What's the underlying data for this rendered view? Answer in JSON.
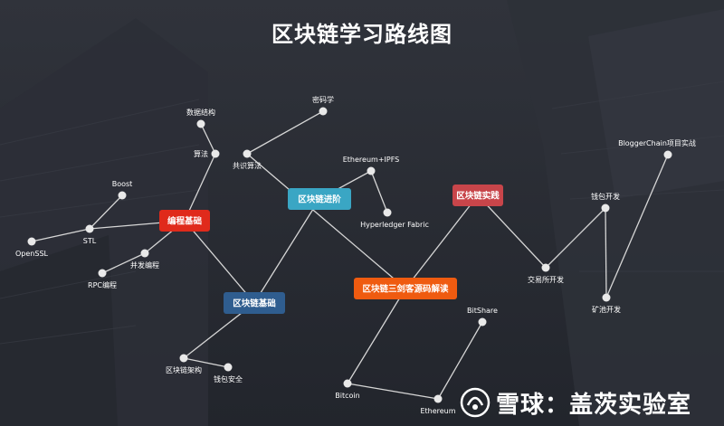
{
  "title": "区块链学习路线图",
  "watermark": {
    "text": "雪球：盖茨实验室"
  },
  "colors": {
    "edge": "#d6d6d6",
    "node": "#e9e9e9",
    "red": "#e02a1b",
    "blue": "#2f5d8f",
    "cyan": "#3aa6c4",
    "orange": "#ef5b10",
    "crimson": "#c8454a"
  },
  "boxes": [
    {
      "id": "biancheng",
      "label": "编程基础",
      "color": "red"
    },
    {
      "id": "jichu",
      "label": "区块链基础",
      "color": "blue"
    },
    {
      "id": "jinjie",
      "label": "区块链进阶",
      "color": "cyan"
    },
    {
      "id": "sanjian",
      "label": "区块链三剑客源码解读",
      "color": "orange"
    },
    {
      "id": "shijian",
      "label": "区块链实践",
      "color": "crimson"
    }
  ],
  "nodes": [
    {
      "id": "shuju",
      "label": "数据结构"
    },
    {
      "id": "suanfa",
      "label": "算法"
    },
    {
      "id": "boost",
      "label": "Boost"
    },
    {
      "id": "stl",
      "label": "STL"
    },
    {
      "id": "openssl",
      "label": "OpenSSL"
    },
    {
      "id": "bingfa",
      "label": "并发编程"
    },
    {
      "id": "rpc",
      "label": "RPC编程"
    },
    {
      "id": "mima",
      "label": "密码学"
    },
    {
      "id": "gongshi",
      "label": "共识算法"
    },
    {
      "id": "eth_ipfs",
      "label": "Ethereum+IPFS"
    },
    {
      "id": "fabric",
      "label": "Hyperledger Fabric"
    },
    {
      "id": "jiagou",
      "label": "区块链架构"
    },
    {
      "id": "qianbao1",
      "label": "钱包安全"
    },
    {
      "id": "bitcoin",
      "label": "Bitcoin"
    },
    {
      "id": "ethereum",
      "label": "Ethereum"
    },
    {
      "id": "bitshare",
      "label": "BitShare"
    },
    {
      "id": "jiaoyi",
      "label": "交易所开发"
    },
    {
      "id": "qianbao2",
      "label": "钱包开发"
    },
    {
      "id": "kuangchi",
      "label": "矿池开发"
    },
    {
      "id": "blogger",
      "label": "BloggerChain项目实战"
    }
  ],
  "edges": [
    [
      "shuju",
      "suanfa"
    ],
    [
      "suanfa",
      "biancheng"
    ],
    [
      "boost",
      "stl"
    ],
    [
      "stl",
      "biancheng"
    ],
    [
      "stl",
      "openssl"
    ],
    [
      "biancheng",
      "bingfa"
    ],
    [
      "bingfa",
      "rpc"
    ],
    [
      "biancheng",
      "jichu"
    ],
    [
      "jichu",
      "jiagou"
    ],
    [
      "jiagou",
      "qianbao1"
    ],
    [
      "jichu",
      "jinjie"
    ],
    [
      "mima",
      "gongshi"
    ],
    [
      "gongshi",
      "sanjian"
    ],
    [
      "jinjie",
      "eth_ipfs"
    ],
    [
      "eth_ipfs",
      "fabric"
    ],
    [
      "sanjian",
      "bitcoin"
    ],
    [
      "bitcoin",
      "ethereum"
    ],
    [
      "ethereum",
      "bitshare"
    ],
    [
      "sanjian",
      "shijian"
    ],
    [
      "shijian",
      "jiaoyi"
    ],
    [
      "jiaoyi",
      "qianbao2"
    ],
    [
      "qianbao2",
      "kuangchi"
    ],
    [
      "kuangchi",
      "blogger"
    ]
  ]
}
